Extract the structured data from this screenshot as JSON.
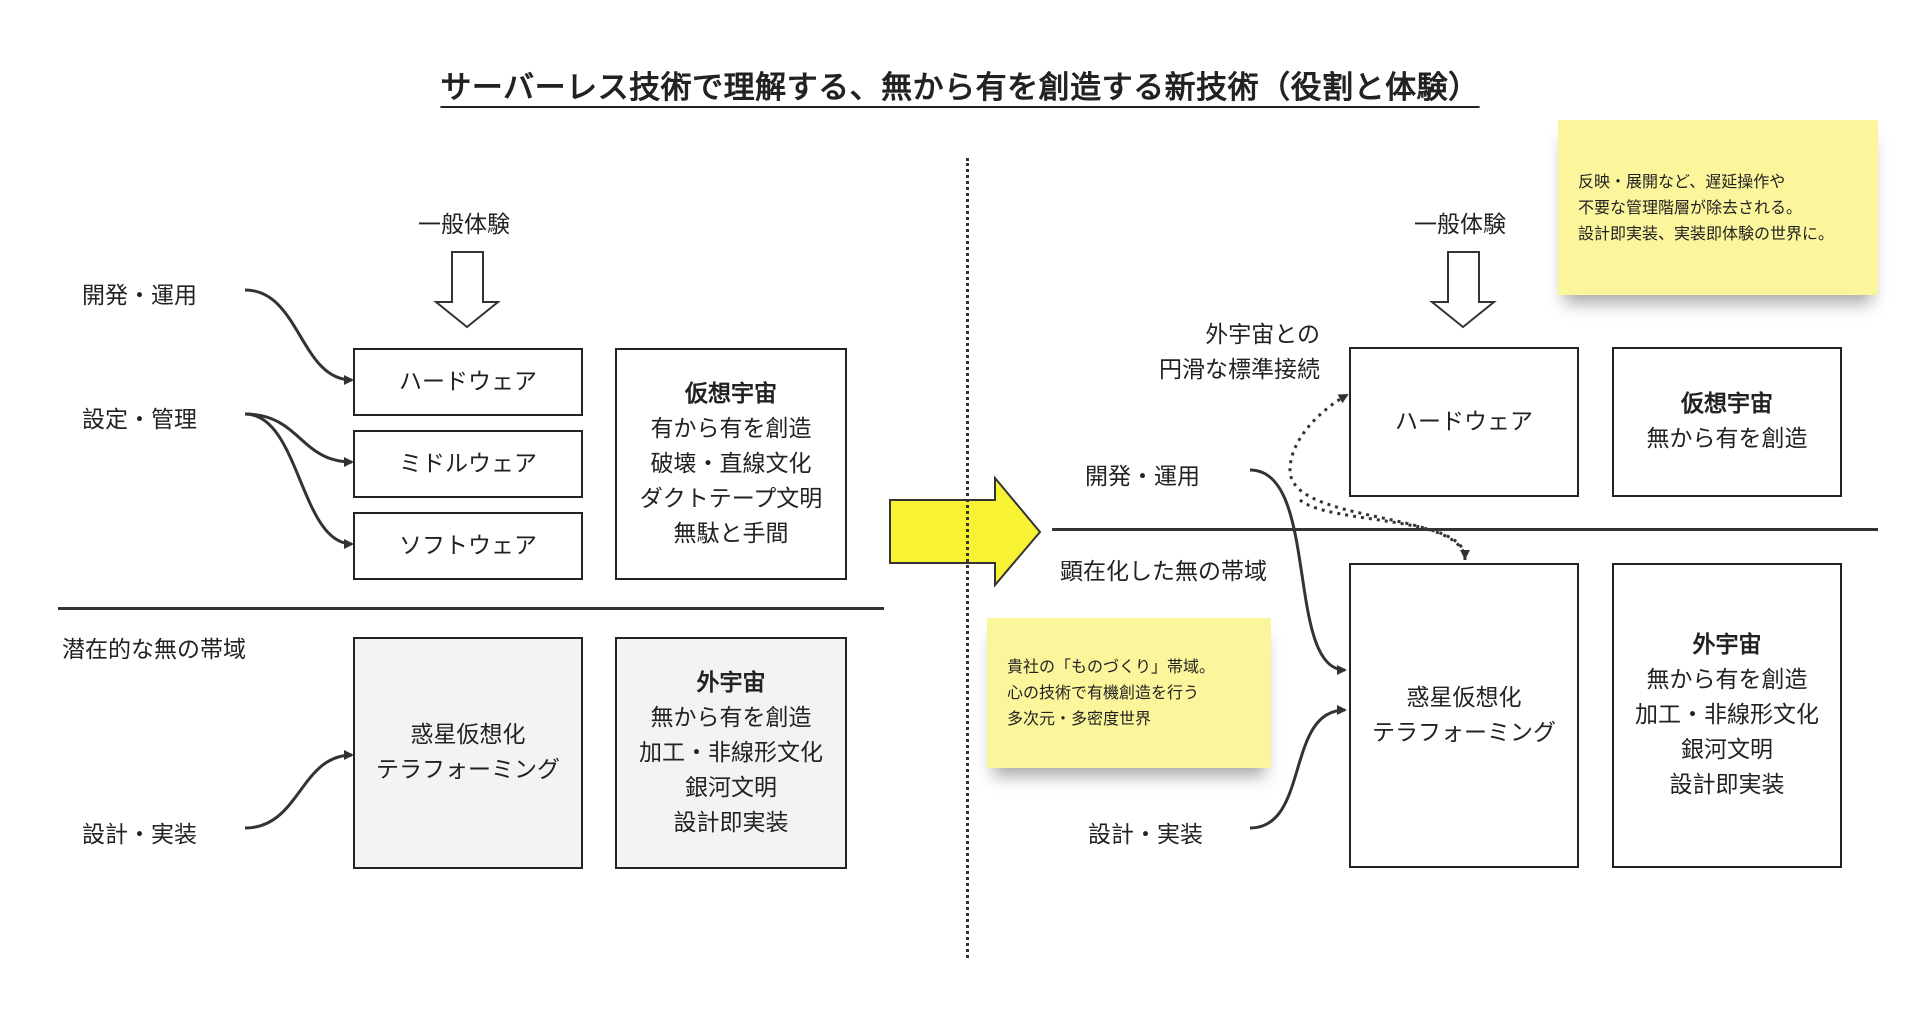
{
  "title": "サーバーレス技術で理解する、無から有を創造する新技術（役割と体験）",
  "left": {
    "experience_label": "一般体験",
    "roles": {
      "dev_ops": "開発・運用",
      "config_manage": "設定・管理",
      "design_impl": "設計・実装"
    },
    "layers": [
      "ハードウェア",
      "ミドルウェア",
      "ソフトウェア"
    ],
    "virtual_universe": {
      "heading": "仮想宇宙",
      "lines": [
        "有から有を創造",
        "破壊・直線文化",
        "ダクトテープ文明",
        "無駄と手間"
      ]
    },
    "band_label": "潜在的な無の帯域",
    "planet_box": [
      "惑星仮想化",
      "テラフォーミング"
    ],
    "outer_universe": {
      "heading": "外宇宙",
      "lines": [
        "無から有を創造",
        "加工・非線形文化",
        "銀河文明",
        "設計即実装"
      ]
    }
  },
  "right": {
    "experience_label": "一般体験",
    "outer_connect": [
      "外宇宙との",
      "円滑な標準接続"
    ],
    "hardware": "ハードウェア",
    "virtual_universe": {
      "heading": "仮想宇宙",
      "lines": [
        "無から有を創造"
      ]
    },
    "roles": {
      "dev_ops": "開発・運用",
      "design_impl": "設計・実装"
    },
    "band_label": "顕在化した無の帯域",
    "planet_box": [
      "惑星仮想化",
      "テラフォーミング"
    ],
    "outer_universe": {
      "heading": "外宇宙",
      "lines": [
        "無から有を創造",
        "加工・非線形文化",
        "銀河文明",
        "設計即実装"
      ]
    }
  },
  "notes": {
    "top_right": [
      "反映・展開など、遅延操作や",
      "不要な管理階層が除去される。",
      "設計即実装、実装即体験の世界に。"
    ],
    "bottom": [
      "貴社の「ものづくり」帯域。",
      "心の技術で有機創造を行う",
      "多次元・多密度世界"
    ]
  },
  "colors": {
    "arrow_fill": "#f7f233",
    "note_fill": "#fbf59b",
    "line": "#333333",
    "shaded_box": "#f3f3f3"
  }
}
